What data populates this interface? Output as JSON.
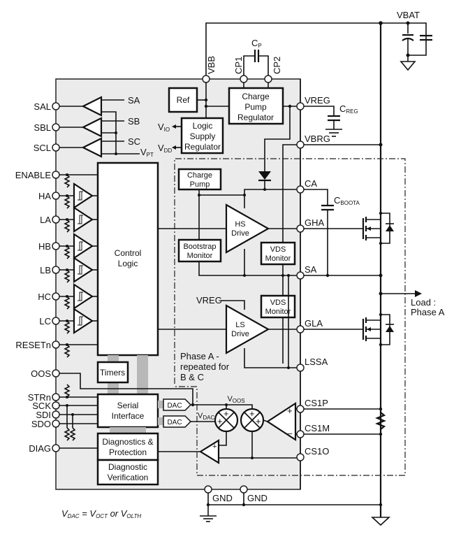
{
  "diagram": {
    "title": "Gate driver functional block diagram",
    "supply": {
      "vbat": "VBAT"
    },
    "top_pins": [
      {
        "name": "VBB"
      },
      {
        "name": "CP1"
      },
      {
        "name": "CP2"
      }
    ],
    "cp_cap": {
      "main": "C",
      "sub": "P"
    },
    "blocks": {
      "ref": "Ref",
      "cpr": [
        "Charge",
        "Pump",
        "Regulator"
      ],
      "lsr": [
        "Logic",
        "Supply",
        "Regulator"
      ],
      "control": [
        "Control",
        "Logic"
      ],
      "timers": "Timers",
      "serial": [
        "Serial",
        "Interface"
      ],
      "diag_prot": [
        "Diagnostics &",
        "Protection"
      ],
      "diag_ver": [
        "Diagnostic",
        "Verification"
      ],
      "charge_pump": [
        "Charge",
        "Pump"
      ],
      "bootstrap": [
        "Bootstrap",
        "Monitor"
      ],
      "hs_drive": [
        "HS",
        "Drive"
      ],
      "ls_drive": [
        "LS",
        "Drive"
      ],
      "vds_monitor": [
        "VDS",
        "Monitor"
      ],
      "dac": "DAC"
    },
    "lsr_outputs": [
      {
        "main": "V",
        "sub": "IO"
      },
      {
        "main": "V",
        "sub": "DD"
      }
    ],
    "sense_amp_labels": [
      "SA",
      "SB",
      "SC"
    ],
    "vpt": {
      "main": "V",
      "sub": "PT"
    },
    "left_pins": [
      "SAL",
      "SBL",
      "SCL",
      "ENABLE",
      "HA",
      "LA",
      "HB",
      "LB",
      "HC",
      "LC",
      "RESETn",
      "OOS",
      "STRn",
      "SCK",
      "SDI",
      "SDO",
      "DIAG"
    ],
    "right_pins": [
      "VREG",
      "VBRG",
      "CA",
      "GHA",
      "SA",
      "GLA",
      "LSSA",
      "CS1P",
      "CS1M",
      "CS1O"
    ],
    "gnd_pins": [
      "GND",
      "GND"
    ],
    "creg": {
      "main": "C",
      "sub": "REG"
    },
    "cboota": {
      "main": "C",
      "sub": "BOOTA"
    },
    "vreg_ref": "VREG",
    "phase_note": [
      "Phase A -",
      "repeated for",
      "B & C"
    ],
    "load": [
      "Load :",
      "Phase A"
    ],
    "voos": {
      "main": "V",
      "sub": "OOS"
    },
    "vdac": {
      "main": "V",
      "sub": "DAC"
    },
    "plus": "+",
    "minus": "–",
    "formula": {
      "lhs_main": "V",
      "lhs_sub": "DAC",
      "eq": " = ",
      "a_main": "V",
      "a_sub": "OCT",
      "or": " or ",
      "b_main": "V",
      "b_sub": "OLTH"
    }
  }
}
